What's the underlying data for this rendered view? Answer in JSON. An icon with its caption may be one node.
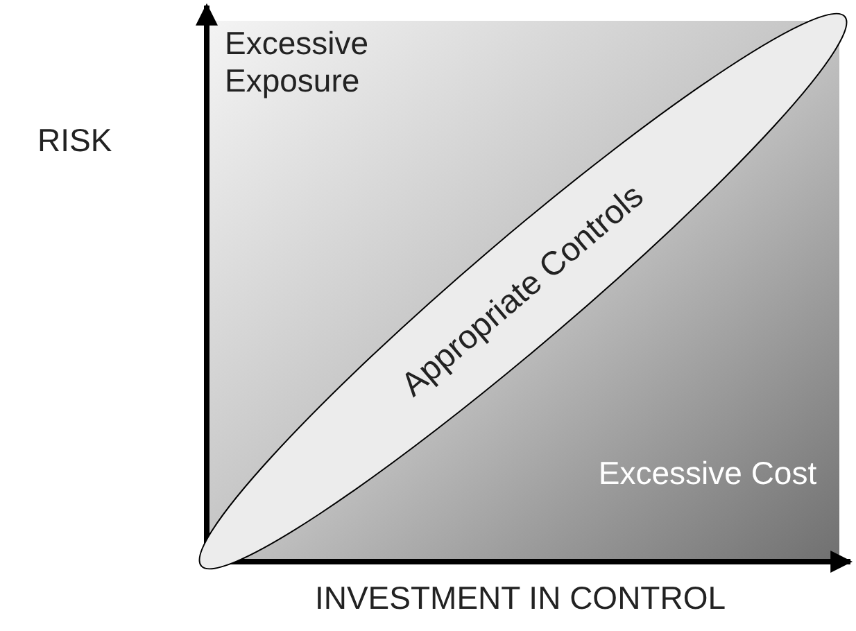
{
  "diagram": {
    "nodes": [
      {
        "text": [
          "Appropriate Controls"
        ]
      }
    ],
    "labels": [
      "Excessive Exposure",
      "RISK",
      "Excessive Cost",
      "INVESTMENT IN CONTROL"
    ]
  }
}
